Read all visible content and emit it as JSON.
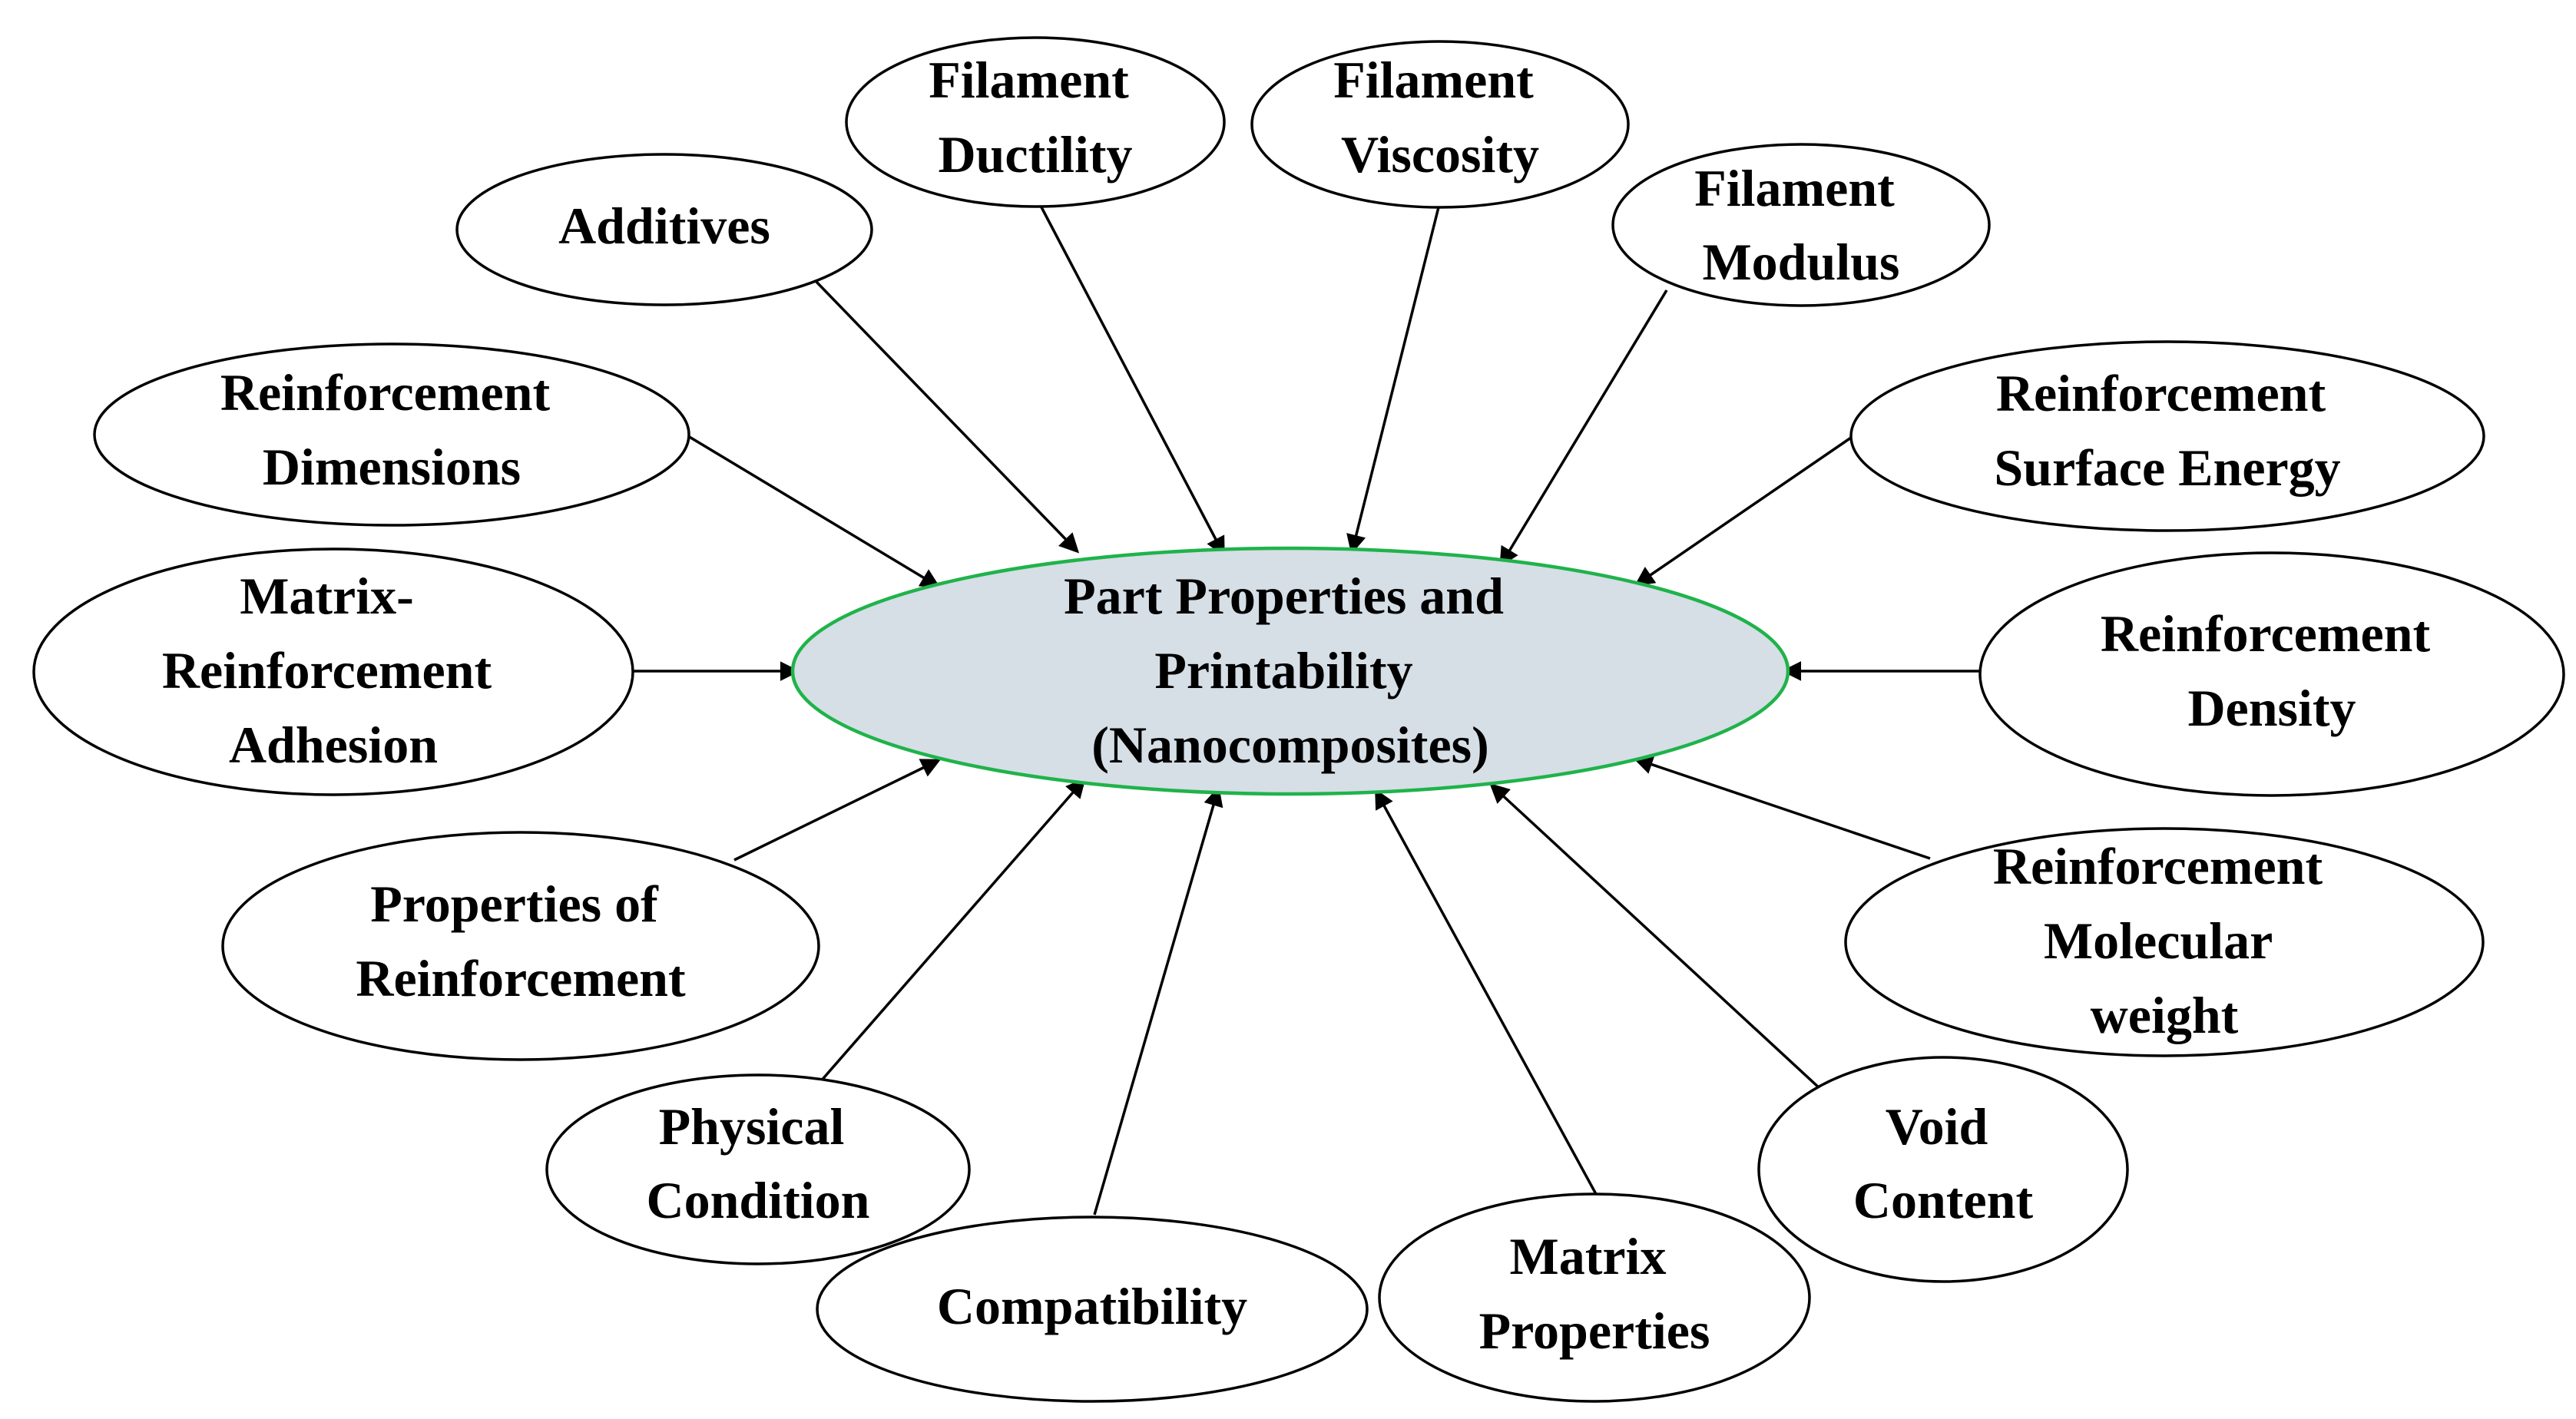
{
  "center": {
    "lines": [
      "Part Properties and",
      "Printability",
      "(Nanocomposites)"
    ]
  },
  "colors": {
    "center_fill": "#d6dee6",
    "center_stroke": "#1fb34a",
    "node_stroke": "#000000",
    "arrow": "#000000"
  },
  "nodes": [
    {
      "id": "filament-ductility",
      "lines": [
        "Filament",
        "Ductility"
      ]
    },
    {
      "id": "filament-viscosity",
      "lines": [
        "Filament",
        "Viscosity"
      ]
    },
    {
      "id": "additives",
      "lines": [
        "Additives"
      ]
    },
    {
      "id": "filament-modulus",
      "lines": [
        "Filament",
        "Modulus"
      ]
    },
    {
      "id": "reinforcement-dimensions",
      "lines": [
        "Reinforcement",
        "Dimensions"
      ]
    },
    {
      "id": "reinforcement-surface-energy",
      "lines": [
        "Reinforcement",
        "Surface Energy"
      ]
    },
    {
      "id": "matrix-reinforcement-adhesion",
      "lines": [
        "Matrix-",
        "Reinforcement",
        "Adhesion"
      ]
    },
    {
      "id": "reinforcement-density",
      "lines": [
        "Reinforcement",
        "Density"
      ]
    },
    {
      "id": "properties-of-reinforcement",
      "lines": [
        "Properties of",
        "Reinforcement"
      ]
    },
    {
      "id": "reinforcement-molecular-weight",
      "lines": [
        "Reinforcement",
        "Molecular",
        "weight"
      ]
    },
    {
      "id": "physical-condition",
      "lines": [
        "Physical",
        "Condition"
      ]
    },
    {
      "id": "void-content",
      "lines": [
        "Void",
        "Content"
      ]
    },
    {
      "id": "compatibility",
      "lines": [
        "Compatibility"
      ]
    },
    {
      "id": "matrix-properties",
      "lines": [
        "Matrix",
        "Properties"
      ]
    }
  ]
}
